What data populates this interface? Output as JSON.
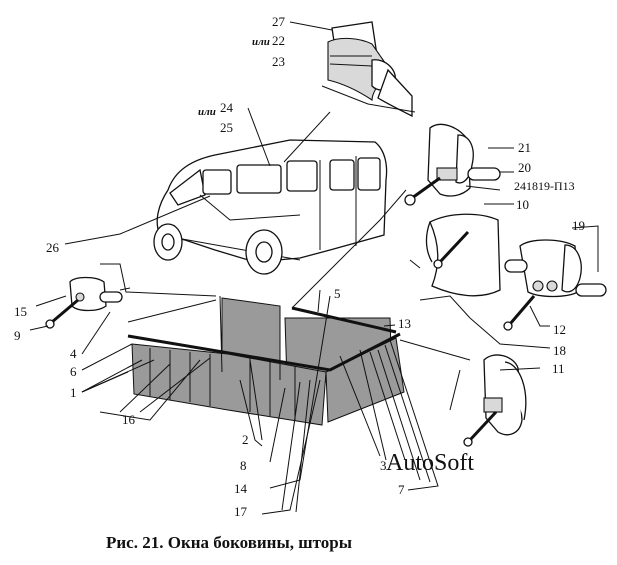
{
  "caption": "Рис. 21. Окна боковины, шторы",
  "watermark": "AutoSoft",
  "ili": "или",
  "part_number": "241819-П13",
  "callouts": {
    "n1": "1",
    "n2": "2",
    "n3": "3",
    "n4": "4",
    "n5": "5",
    "n6": "6",
    "n7": "7",
    "n8": "8",
    "n9": "9",
    "n10": "10",
    "n11": "11",
    "n12": "12",
    "n13": "13",
    "n14": "14",
    "n15": "15",
    "n16": "16",
    "n17": "17",
    "n18": "18",
    "n19": "19",
    "n20": "20",
    "n21": "21",
    "n22": "22",
    "n23": "23",
    "n24": "24",
    "n25": "25",
    "n26": "26",
    "n27": "27"
  }
}
